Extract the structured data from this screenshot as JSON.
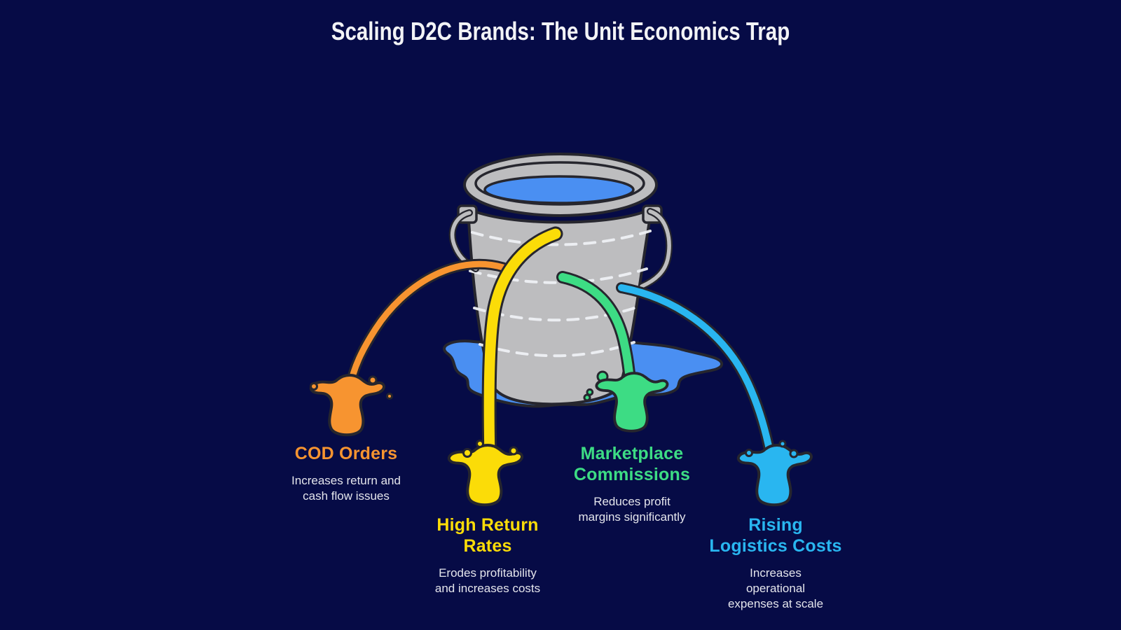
{
  "title": "Scaling D2C Brands: The Unit Economics Trap",
  "colors": {
    "background": "#060b46",
    "outline": "#26262e",
    "bucket_gray": "#bdbdbf",
    "bucket_water": "#4a8ff2",
    "description_text": "#e4e5ec",
    "title_text": "#f2f3f6"
  },
  "leaks": [
    {
      "id": "cod-orders",
      "name": "COD Orders",
      "name_lines": [
        "COD Orders"
      ],
      "color": "#f79430",
      "description_lines": [
        "Increases return and",
        "cash flow issues"
      ]
    },
    {
      "id": "high-return-rates",
      "name": "High Return Rates",
      "name_lines": [
        "High Return",
        "Rates"
      ],
      "color": "#fbdc08",
      "description_lines": [
        "Erodes profitability",
        "and increases costs"
      ]
    },
    {
      "id": "marketplace-commissions",
      "name": "Marketplace Commissions",
      "name_lines": [
        "Marketplace",
        "Commissions"
      ],
      "color": "#3ddc84",
      "description_lines": [
        "Reduces profit",
        "margins significantly"
      ]
    },
    {
      "id": "rising-logistics-costs",
      "name": "Rising Logistics Costs",
      "name_lines": [
        "Rising",
        "Logistics Costs"
      ],
      "color": "#29b6f0",
      "description_lines": [
        "Increases",
        "operational",
        "expenses at scale"
      ]
    }
  ]
}
